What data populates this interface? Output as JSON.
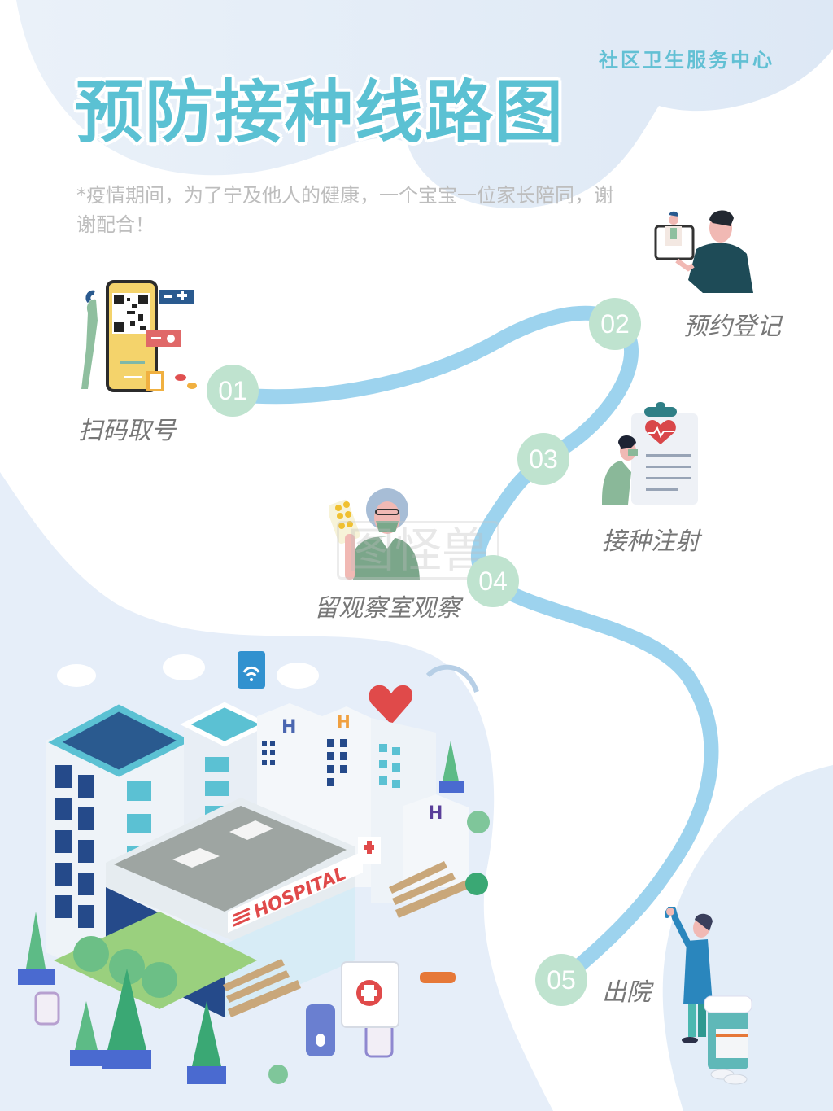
{
  "header": {
    "org_name": "社区卫生服务中心",
    "title": "预防接种线路图",
    "notice": "*疫情期间，为了宁及他人的健康，一个宝宝一位家长陪同，谢谢配合！"
  },
  "colors": {
    "title": "#5bc1d3",
    "path": "#9dd3ee",
    "step_circle": "#bfe3cf",
    "label": "#777777",
    "notice": "#bdbdbd",
    "bg_blob": "#e3edf8"
  },
  "steps": [
    {
      "number": "01",
      "label": "扫码取号",
      "icon": "qr-code-phone-icon"
    },
    {
      "number": "02",
      "label": "预约登记",
      "icon": "tablet-registration-icon"
    },
    {
      "number": "03",
      "label": "接种注射",
      "icon": "clipboard-heart-icon"
    },
    {
      "number": "04",
      "label": "留观察室观察",
      "icon": "elderly-pills-icon"
    },
    {
      "number": "05",
      "label": "出院",
      "icon": "doctor-medicine-bottle-icon"
    }
  ],
  "illustration": {
    "hospital_sign": "HOSPITAL",
    "building_letter": "H"
  },
  "watermark": "图怪兽"
}
